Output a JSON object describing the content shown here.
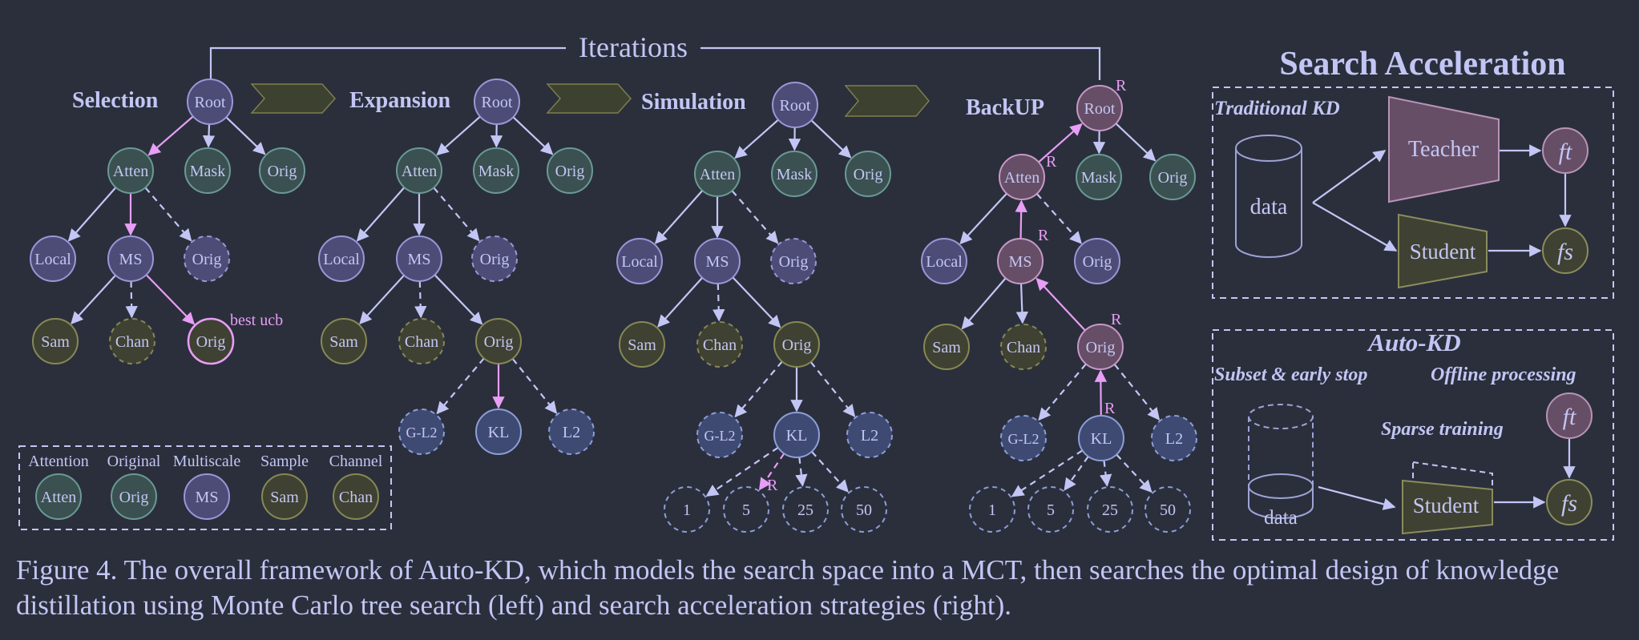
{
  "iterations_label": "Iterations",
  "phases": [
    {
      "label": "Selection"
    },
    {
      "label": "Expansion"
    },
    {
      "label": "Simulation"
    },
    {
      "label": "BackUP"
    }
  ],
  "node_text": {
    "root": "Root",
    "atten": "Atten",
    "mask": "Mask",
    "orig": "Orig",
    "local": "Local",
    "ms": "MS",
    "sam": "Sam",
    "chan": "Chan",
    "gl2": "G-L2",
    "kl": "KL",
    "l2": "L2",
    "s1": "1",
    "s5": "5",
    "s25": "25",
    "s50": "50"
  },
  "reward_mark": "R",
  "best_ucb_label": "best ucb",
  "legend": [
    {
      "title": "Attention",
      "node": "Atten",
      "kind": "green"
    },
    {
      "title": "Original",
      "node": "Orig",
      "kind": "green"
    },
    {
      "title": "Multiscale",
      "node": "MS",
      "kind": "purple"
    },
    {
      "title": "Sample",
      "node": "Sam",
      "kind": "olive"
    },
    {
      "title": "Channel",
      "node": "Chan",
      "kind": "olive"
    }
  ],
  "search_acceleration": {
    "title": "Search Acceleration",
    "traditional": {
      "title": "Traditional KD",
      "data": "data",
      "teacher": "Teacher",
      "student": "Student",
      "ft": "ft",
      "fs": "fs"
    },
    "autokd": {
      "title": "Auto-KD",
      "subset": "Subset & early stop",
      "offline": "Offline processing",
      "sparse": "Sparse training",
      "data": "data",
      "student": "Student",
      "ft": "ft",
      "fs": "fs"
    }
  },
  "caption": "Figure 4. The overall framework of Auto-KD, which models the search space into a MCT, then searches the optimal design of knowledge distillation using Monte Carlo tree search (left) and search acceleration strategies (right).",
  "colors": {
    "background": "#2b2f3c",
    "line": "#c3c6f4",
    "highlight": "#e79ef5",
    "green_node": "#3b5050",
    "purple_node": "#4d4c77",
    "olive_node": "#3f4132",
    "blue_node": "#3e4a72",
    "pink_node": "#664e66",
    "chevron": "#3d4130"
  }
}
